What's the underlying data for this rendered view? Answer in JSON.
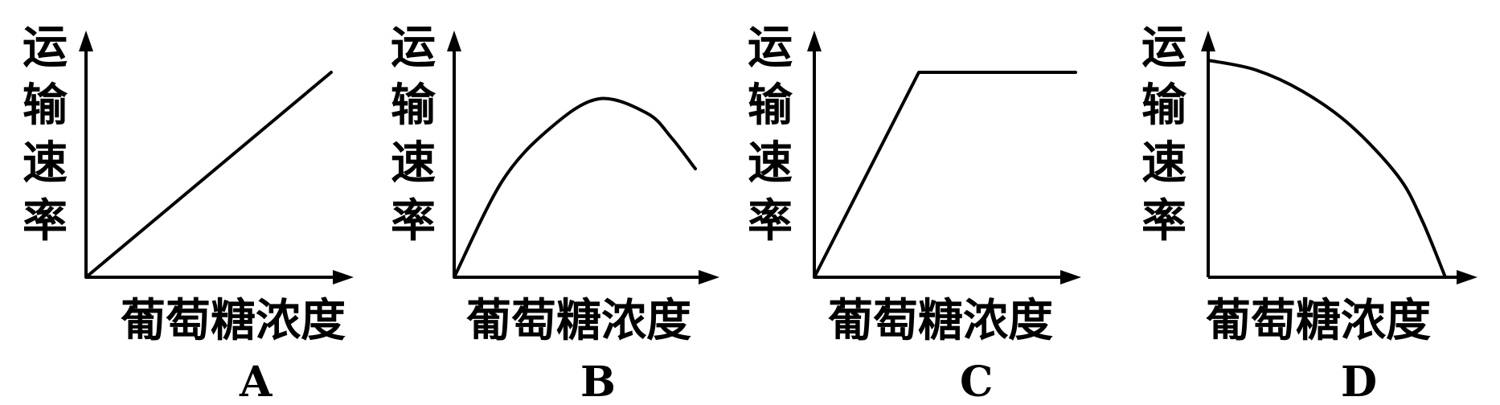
{
  "chart_data": [
    {
      "panel": "A",
      "type": "line",
      "ylabel": "运输速率",
      "xlabel": "葡萄糖浓度",
      "shape": "linear",
      "x": [
        0,
        1
      ],
      "y": [
        0,
        0.85
      ]
    },
    {
      "panel": "B",
      "type": "line",
      "ylabel": "运输速率",
      "xlabel": "葡萄糖浓度",
      "shape": "rise-then-fall",
      "x": [
        0,
        0.2,
        0.4,
        0.6,
        0.8,
        0.9,
        1
      ],
      "y": [
        0,
        0.4,
        0.62,
        0.74,
        0.68,
        0.58,
        0.45
      ]
    },
    {
      "panel": "C",
      "type": "line",
      "ylabel": "运输速率",
      "xlabel": "葡萄糖浓度",
      "shape": "linear-then-plateau",
      "x": [
        0,
        0.4,
        1
      ],
      "y": [
        0,
        0.85,
        0.85
      ]
    },
    {
      "panel": "D",
      "type": "line",
      "ylabel": "运输速率",
      "xlabel": "葡萄糖浓度",
      "shape": "decreasing-concave",
      "x": [
        0,
        0.2,
        0.4,
        0.6,
        0.8,
        0.9,
        1
      ],
      "y": [
        0.9,
        0.86,
        0.77,
        0.63,
        0.42,
        0.24,
        0
      ]
    }
  ]
}
